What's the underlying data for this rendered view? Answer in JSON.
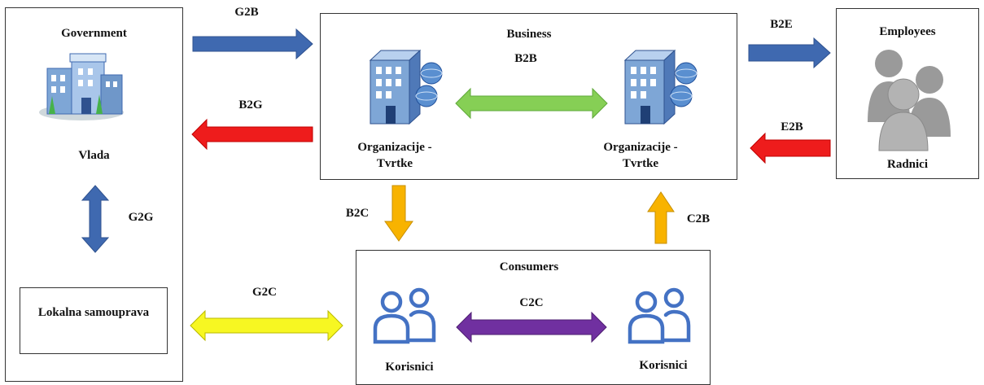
{
  "government": {
    "title": "Government",
    "name": "Vlada"
  },
  "local": {
    "label": "Lokalna samouprava"
  },
  "business": {
    "title": "Business",
    "org_left": "Organizacije - Tvrtke",
    "org_right": "Organizacije - Tvrtke"
  },
  "employees": {
    "title": "Employees",
    "name": "Radnici"
  },
  "consumers": {
    "title": "Consumers",
    "left": "Korisnici",
    "right": "Korisnici"
  },
  "flows": {
    "g2b": "G2B",
    "b2g": "B2G",
    "b2b": "B2B",
    "b2e": "B2E",
    "e2b": "E2B",
    "g2g": "G2G",
    "b2c": "B2C",
    "c2b": "C2B",
    "g2c": "G2C",
    "c2c": "C2C"
  },
  "colors": {
    "blue": "#3f69b0",
    "red": "#ee1c1c",
    "green": "#86cf55",
    "orange": "#f8b300",
    "yellow": "#f7f722",
    "purple": "#7030a0",
    "user_icon": "#4472c4"
  }
}
